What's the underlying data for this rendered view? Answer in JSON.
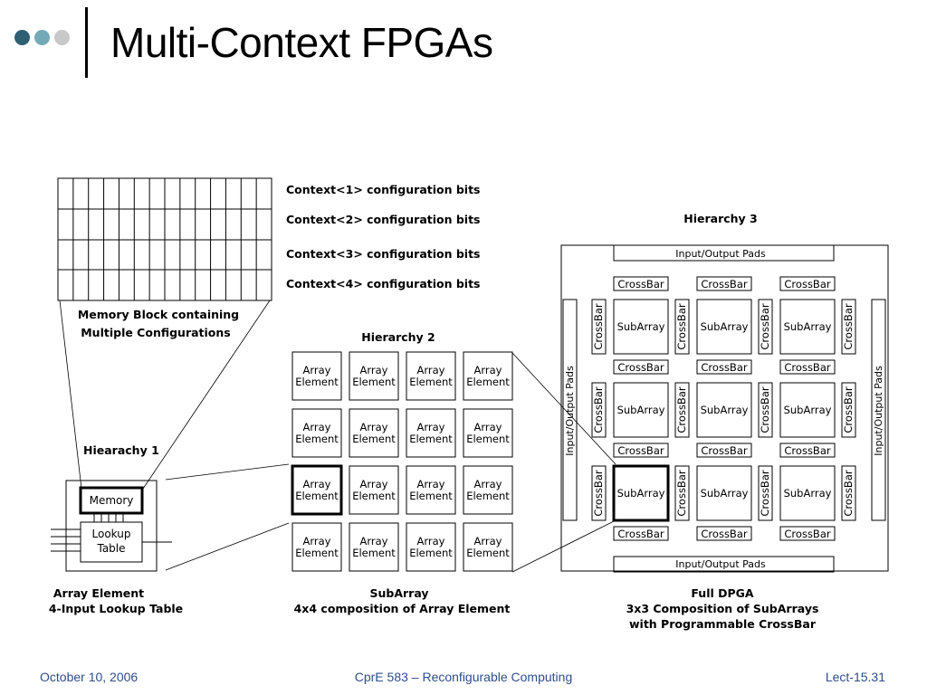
{
  "slide": {
    "title": "Multi-Context FPGAs",
    "accent_colors": [
      "#2f5f73",
      "#74aab8",
      "#c8c8c8"
    ]
  },
  "diagram": {
    "context_bits": [
      "Context<1> configuration bits",
      "Context<2> configuration bits",
      "Context<3> configuration bits",
      "Context<4> configuration bits"
    ],
    "memory_block_caption": [
      "Memory Block containing",
      "Multiple Configurations"
    ],
    "hierarchy1": {
      "title": "Hiearachy 1",
      "memory_label": "Memory",
      "lookup_label": [
        "Lookup",
        "Table"
      ],
      "caption": [
        "Array Element",
        "4-Input Lookup Table"
      ]
    },
    "hierarchy2": {
      "title": "Hierarchy 2",
      "cell_label": [
        "Array",
        "Element"
      ],
      "caption": [
        "SubArray",
        "4x4 composition of Array Element"
      ]
    },
    "hierarchy3": {
      "title": "Hierarchy 3",
      "io_pads": "Input/Output Pads",
      "crossbar": "CrossBar",
      "subarray": "SubArray",
      "caption": [
        "Full DPGA",
        "3x3 Composition of SubArrays",
        "with Programmable CrossBar"
      ]
    }
  },
  "footer": {
    "date": "October 10, 2006",
    "course": "CprE 583 – Reconfigurable Computing",
    "lecture": "Lect-15.31"
  }
}
